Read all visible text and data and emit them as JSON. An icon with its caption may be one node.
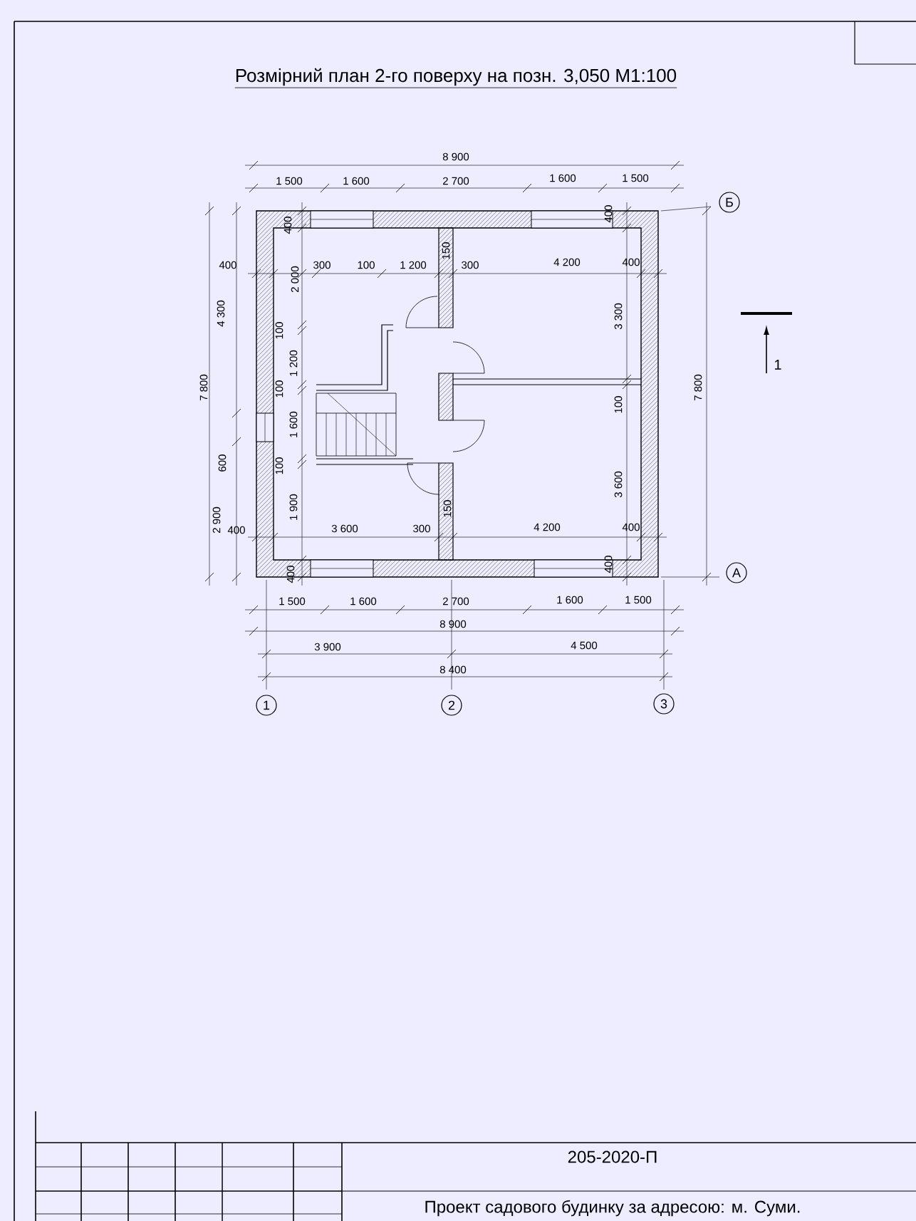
{
  "diagram": {
    "title": "Розмірний план 2-го поверху на позн. 3,050 М1:100",
    "nodes": [
      {
        "text": [
          "Б"
        ]
      },
      {
        "text": [
          "А"
        ]
      },
      {
        "text": [
          "1"
        ]
      },
      {
        "text": [
          "2"
        ]
      },
      {
        "text": [
          "3"
        ]
      }
    ],
    "labels": [
      "8 900",
      "1 500",
      "1 600",
      "2 700",
      "1 600",
      "1 500",
      "400",
      "400",
      "400",
      "2 000",
      "300",
      "100",
      "1 200",
      "150",
      "300",
      "4 200",
      "400",
      "4 300",
      "3 300",
      "100",
      "1 200",
      "7 800",
      "100",
      "100",
      "7 800",
      "1",
      "1 600",
      "600",
      "100",
      "3 600",
      "150",
      "1 900",
      "2 900",
      "400",
      "3 600",
      "300",
      "4 200",
      "400",
      "400",
      "400",
      "1 500",
      "1 600",
      "2 700",
      "1 600",
      "1 500",
      "8 900",
      "3 900",
      "4 500",
      "8 400",
      "205-2020-П",
      "Проект садового будинку за адресою: м. Суми."
    ]
  }
}
